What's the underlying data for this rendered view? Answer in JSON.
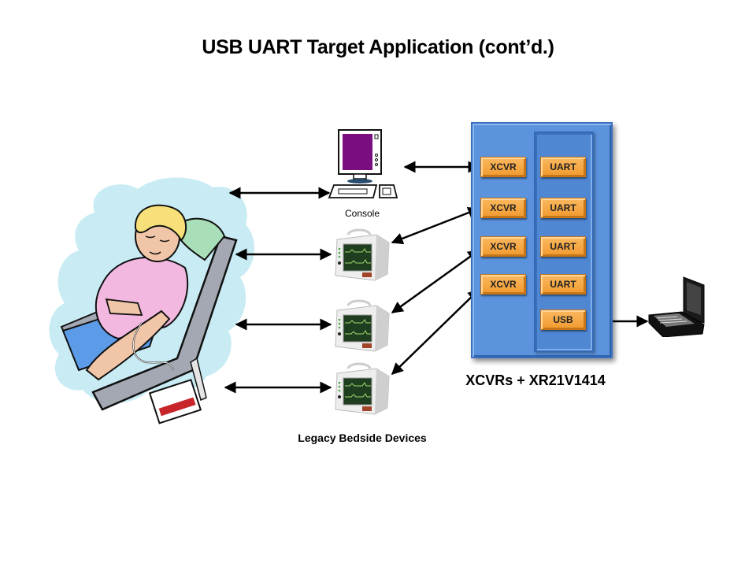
{
  "slide": {
    "title": "USB UART Target Application (cont’d.)"
  },
  "labels": {
    "console": "Console",
    "legacy_devices": "Legacy Bedside Devices",
    "board": "XCVRs + XR21V1414"
  },
  "board": {
    "xcvr_chips": [
      "XCVR",
      "XCVR",
      "XCVR",
      "XCVR"
    ],
    "uart_chips": [
      "UART",
      "UART",
      "UART",
      "UART"
    ],
    "usb_chip": "USB"
  },
  "icons": {
    "patient": "patient-in-chair-illustration",
    "console": "desktop-computer-icon",
    "monitor": "bedside-monitor-icon",
    "laptop": "laptop-icon"
  },
  "colors": {
    "board_blue": "#5b93dd",
    "chip_orange": "#f5a43d",
    "cloud_blue": "#c9ecf4",
    "console_screen": "#7a0d7f"
  }
}
